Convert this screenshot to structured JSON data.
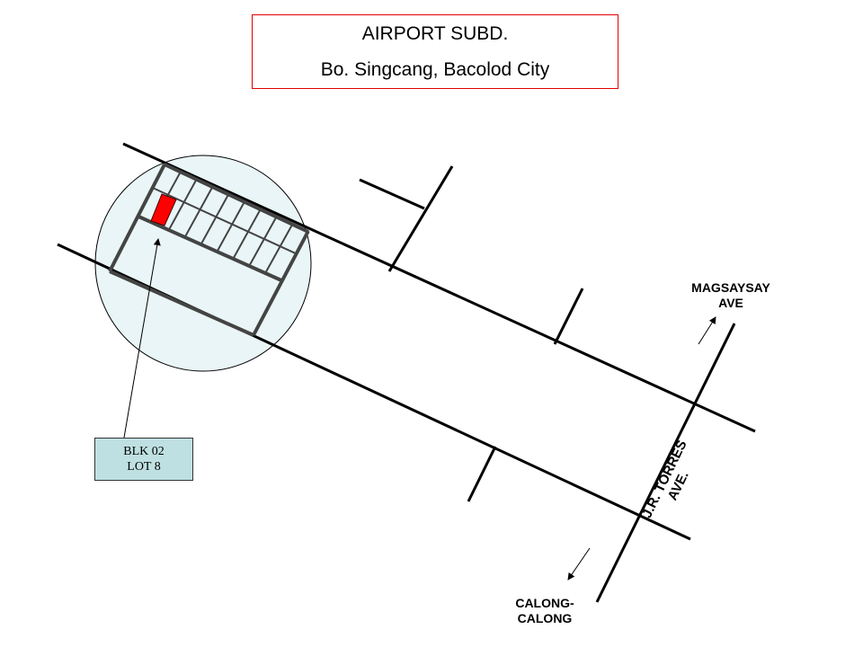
{
  "title": {
    "line1": "AIRPORT SUBD.",
    "line2": "Bo. Singcang, Bacolod City"
  },
  "lot_label": {
    "block": "BLK 02",
    "lot": "LOT 8"
  },
  "roads": {
    "torres": "J.R. TORRES AVE.",
    "magsaysay": {
      "line1": "MAGSAYSAY",
      "line2": "AVE"
    },
    "calong": {
      "line1": "CALONG-",
      "line2": "CALONG"
    }
  },
  "colors": {
    "highlight_lot": "#ff0000",
    "circle_fill": "#e9f5f6",
    "label_fill": "#bfe0e2",
    "title_border": "#e00000"
  }
}
